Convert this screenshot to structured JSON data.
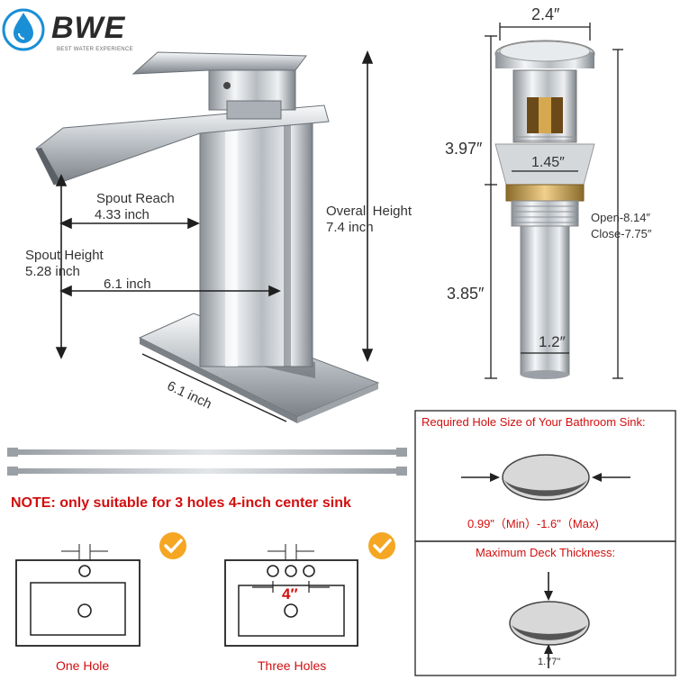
{
  "brand": {
    "name": "BWE",
    "tagline": "BEST WATER EXPERIENCE"
  },
  "faucet": {
    "spout_reach_label": "Spout Reach",
    "spout_reach_value": "4.33 inch",
    "spout_height_label": "Spout Height",
    "spout_height_value": "5.28 inch",
    "overall_height_label": "Overall Height",
    "overall_height_value": "7.4 inch",
    "base_width_value": "6.1 inch",
    "base_depth_value": "6.1 inch"
  },
  "drain": {
    "top_width": "2.4″",
    "upper_height": "3.97″",
    "inner_diameter": "1.45″",
    "open_close_open": "Open-8.14″",
    "open_close_close": "Close-7.75″",
    "lower_height": "3.85″",
    "pipe_diameter": "1.2″"
  },
  "note": "NOTE: only suitable for 3 holes 4-inch center sink",
  "hole_size_box": {
    "title": "Required Hole Size of Your Bathroom Sink:",
    "range": "0.99\"（Min）-1.6\"（Max)"
  },
  "deck_box": {
    "title": "Maximum Deck Thickness:",
    "value": "1.77\""
  },
  "sinks": {
    "one_hole_label": "One Hole",
    "three_holes_label": "Three Holes",
    "center_label": "4″"
  },
  "colors": {
    "accent_red": "#d10f0f",
    "check_orange": "#f5a623",
    "logo_blue": "#1a8fd6",
    "chrome": "#c8ccd0"
  }
}
